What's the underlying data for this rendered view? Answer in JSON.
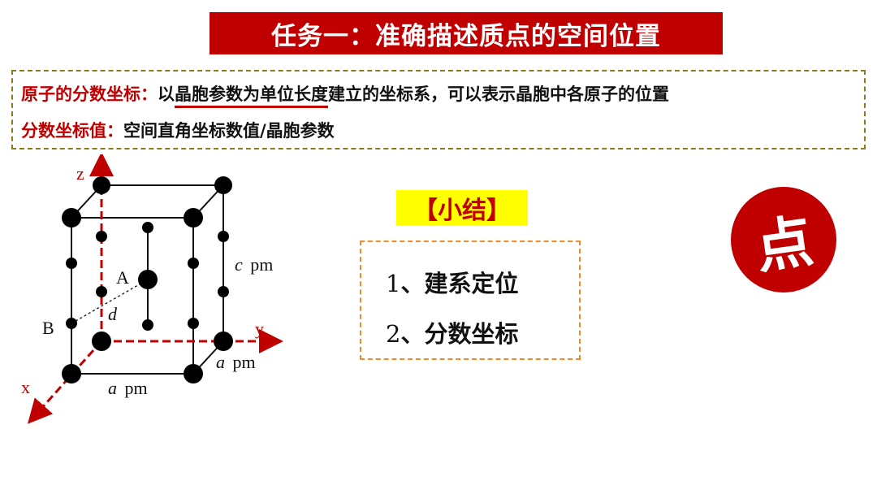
{
  "title": "任务一：准确描述质点的空间位置",
  "definition": {
    "term1": "原子的分数坐标：",
    "text1_prefix": "以",
    "text1_underlined": "晶胞参数为单位长度",
    "text1_suffix": "建立的坐标系，可以表示晶胞中各原子的位置",
    "term2": "分数坐标值：",
    "text2": "空间直角坐标数值/晶胞参数"
  },
  "summary": {
    "tag": "【小结】",
    "items": [
      {
        "num": "1",
        "sep": "、",
        "text": "建系定位"
      },
      {
        "num": "2",
        "sep": "、",
        "text": "分数坐标"
      }
    ]
  },
  "badge": {
    "char": "点"
  },
  "diagram": {
    "axis_z": "z",
    "axis_y": "y",
    "axis_x": "x",
    "label_A": "A",
    "label_B": "B",
    "label_d": "d",
    "c_var": "c",
    "a_var_right": "a",
    "a_var_bottom": "a",
    "unit": "pm",
    "colors": {
      "axis": "#c00000",
      "atom": "#000000"
    }
  }
}
